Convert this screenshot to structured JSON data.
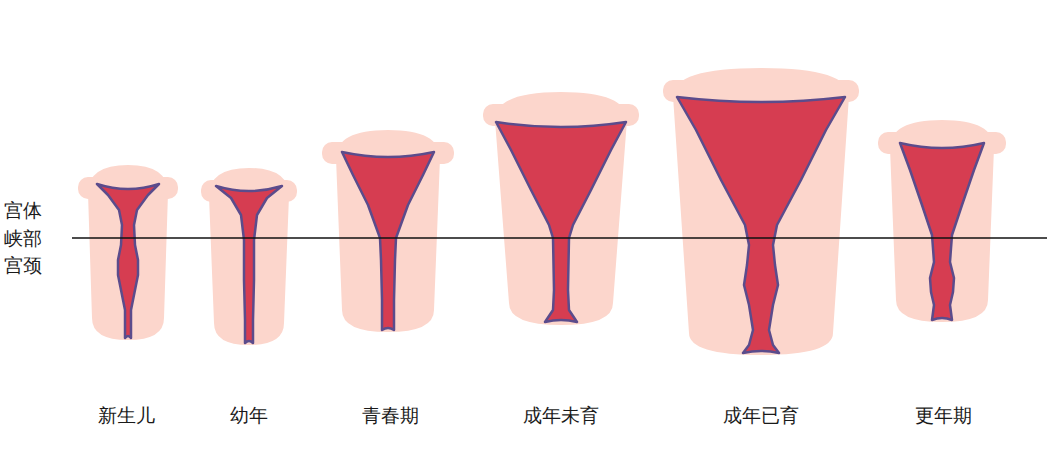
{
  "diagram": {
    "labels": [
      "宫体",
      "峡部",
      "宫颈",
      "新生儿",
      "幼年",
      "青春期",
      "成年未育",
      "成年已育",
      "更年期"
    ]
  }
}
